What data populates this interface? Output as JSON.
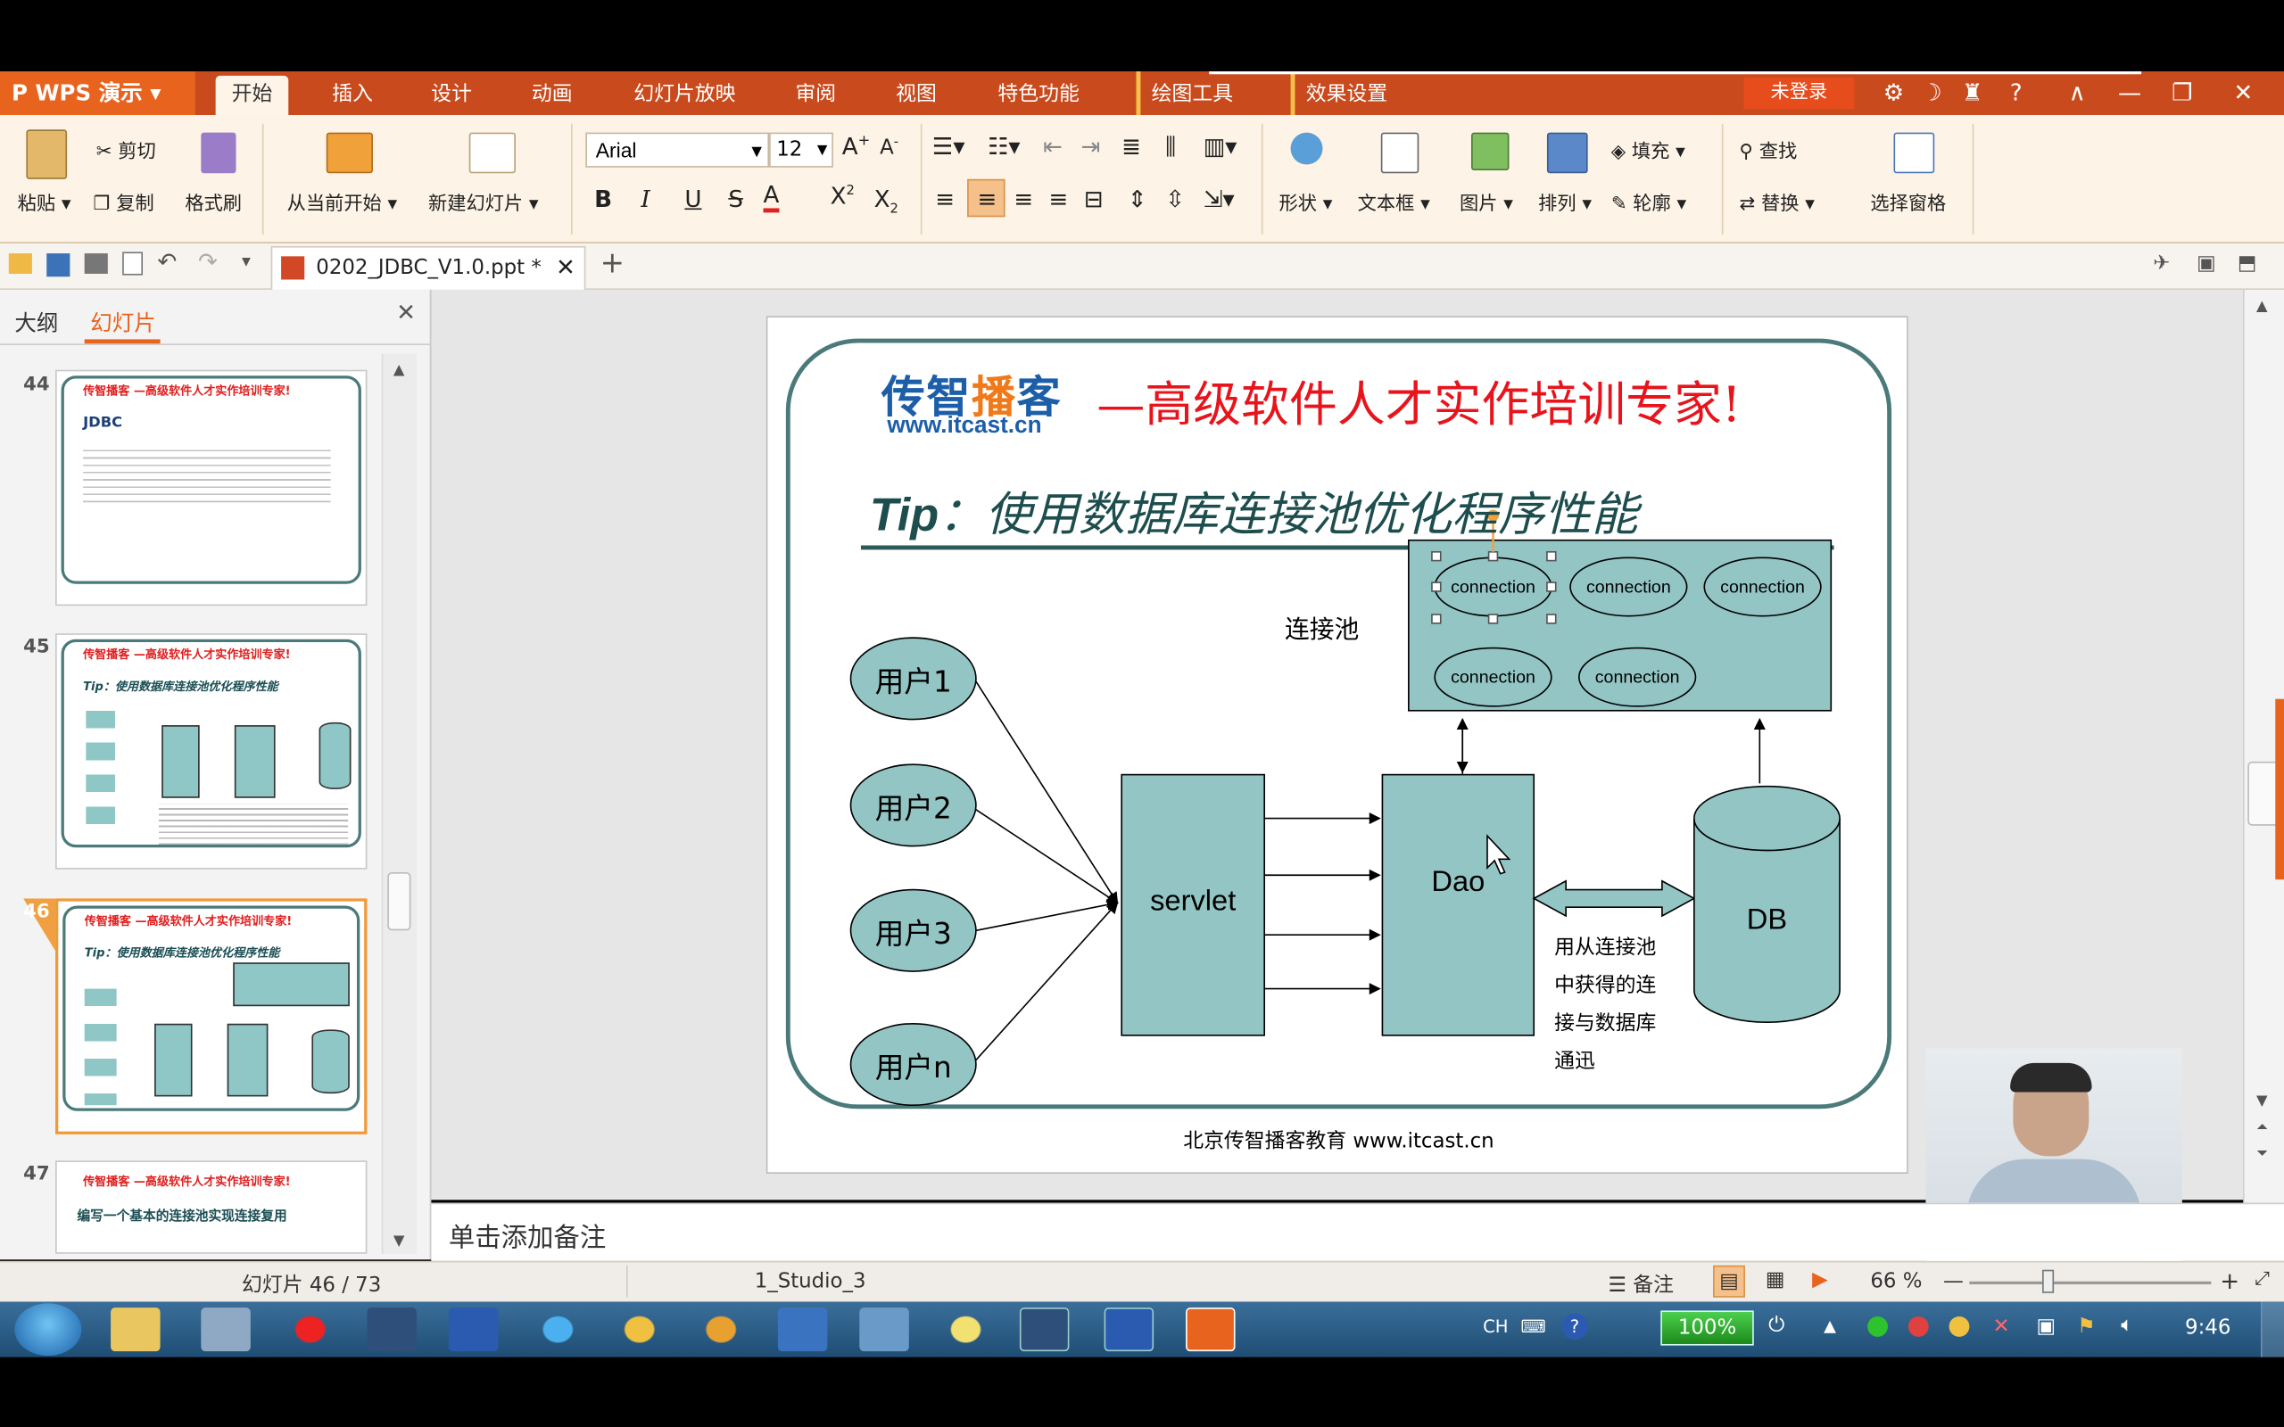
{
  "app": {
    "name": "WPS 演示"
  },
  "menu": [
    "开始",
    "插入",
    "设计",
    "动画",
    "幻灯片放映",
    "审阅",
    "视图",
    "特色功能",
    "绘图工具",
    "效果设置"
  ],
  "login": "未登录",
  "ribbon": {
    "paste": "粘贴",
    "cut": "剪切",
    "copy": "复制",
    "format_painter": "格式刷",
    "from_current": "从当前开始",
    "new_slide": "新建幻灯片",
    "font_name": "Arial",
    "font_size": "12",
    "shape": "形状",
    "textbox": "文本框",
    "picture": "图片",
    "arrange": "排列",
    "fill": "填充",
    "outline": "轮廓",
    "find": "查找",
    "replace": "替换",
    "select_pane": "选择窗格"
  },
  "document": {
    "tab_name": "0202_JDBC_V1.0.ppt *"
  },
  "leftpanel": {
    "tab_outline": "大纲",
    "tab_slides": "幻灯片",
    "thumbs": [
      {
        "num": "44",
        "header": "传智播客 —高级软件人才实作培训专家!",
        "title": "JDBC"
      },
      {
        "num": "45",
        "header": "传智播客 —高级软件人才实作培训专家!",
        "title": "Tip：使用数据库连接池优化程序性能"
      },
      {
        "num": "46",
        "header": "传智播客 —高级软件人才实作培训专家!",
        "title": "Tip：使用数据库连接池优化程序性能"
      },
      {
        "num": "47",
        "header": "传智播客 —高级软件人才实作培训专家!",
        "title": "编写一个基本的连接池实现连接复用"
      }
    ]
  },
  "slide": {
    "brand1": "传智",
    "brand2": "播",
    "brand3": "客",
    "url": "www.itcast.cn",
    "slogan": "—高级软件人才实作培训专家!",
    "title_tip": "Tip",
    "title_rest": "：使用数据库连接池优化程序性能",
    "pool_label": "连接池",
    "connections": [
      "connection",
      "connection",
      "connection",
      "connection",
      "connection"
    ],
    "users": [
      "用户1",
      "用户2",
      "用户3",
      "用户n"
    ],
    "servlet": "servlet",
    "dao": "Dao",
    "db": "DB",
    "note": [
      "用从连接池",
      "中获得的连",
      "接与数据库",
      "通迅"
    ],
    "footer": "北京传智播客教育 www.itcast.cn"
  },
  "notes": {
    "placeholder": "单击添加备注"
  },
  "status": {
    "slide_count": "幻灯片 46 / 73",
    "theme": "1_Studio_3",
    "notes_btn": "备注",
    "zoom": "66 %"
  },
  "taskbar": {
    "lang": "CH",
    "battery": "100%",
    "time": "9:46"
  }
}
